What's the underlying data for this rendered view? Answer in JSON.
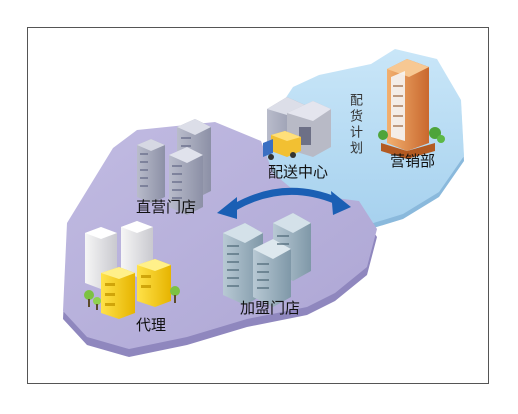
{
  "diagram": {
    "labels": {
      "distribution_center": "配送中心",
      "delivery_plan": "配货计划",
      "marketing_dept": "营销部",
      "direct_stores": "直营门店",
      "franchise_stores": "加盟门店",
      "agent": "代理"
    },
    "colors": {
      "purple_platform": "#b1aad6",
      "blue_platform": "#a9d3ef",
      "arrow": "#1a5fb4"
    }
  }
}
